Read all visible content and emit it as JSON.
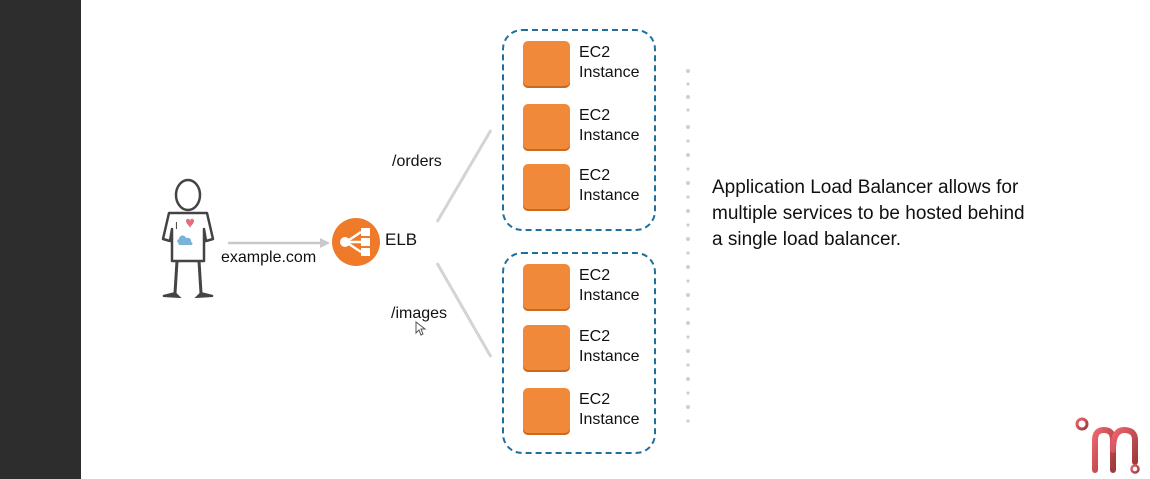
{
  "diagram": {
    "client_url": "example.com",
    "balancer_label": "ELB",
    "routes": [
      {
        "path": "/orders",
        "instances": [
          {
            "line1": "EC2",
            "line2": "Instance"
          },
          {
            "line1": "EC2",
            "line2": "Instance"
          },
          {
            "line1": "EC2",
            "line2": "Instance"
          }
        ]
      },
      {
        "path": "/images",
        "instances": [
          {
            "line1": "EC2",
            "line2": "Instance"
          },
          {
            "line1": "EC2",
            "line2": "Instance"
          },
          {
            "line1": "EC2",
            "line2": "Instance"
          }
        ]
      }
    ]
  },
  "description": {
    "lines": [
      "Application Load Balancer allows for",
      "multiple services to be  hosted behind",
      "a single  load balancer."
    ]
  },
  "colors": {
    "instance_orange": "#f08a3a",
    "group_border": "#1f6f9c",
    "elb_orange": "#ee7a2a",
    "logo_gradient_start": "#f0646e",
    "logo_gradient_end": "#9c3b3b",
    "left_strip": "#2d2d2d"
  },
  "icons": {
    "user": "person-with-i-love-cloud-shirt-icon",
    "elb": "load-balancer-icon",
    "logo": "brand-logo-icon",
    "cursor": "mouse-cursor-icon"
  }
}
